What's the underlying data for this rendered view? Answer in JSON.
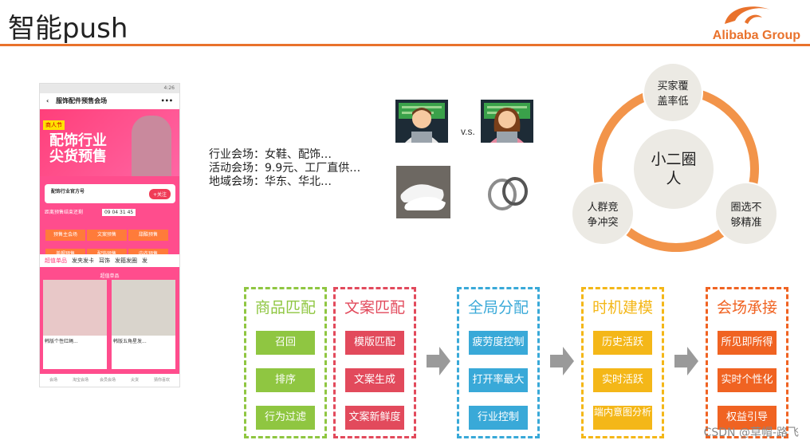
{
  "header": {
    "title": "智能push",
    "logo_text": "Alibaba Group"
  },
  "phone": {
    "nav_title": "服饰配件预售会场",
    "hero_tag": "商人节",
    "hero_big_line1": "配饰行业",
    "hero_big_line2": "尖货预售",
    "card_text": "配饰行业官方号",
    "follow": "+关注",
    "countdown_label": "距离预售结束还剩",
    "countdown": "09 04 31 45",
    "buttons": [
      "预售主会场",
      "文案预售",
      "甜酷预售",
      "盖帽预售",
      "配饰预售",
      "内衣预售"
    ],
    "tabs": [
      "超值单品",
      "发夹发卡",
      "耳饰",
      "发箍发圈",
      "发"
    ],
    "grid_label": "超值单品",
    "items": [
      {
        "title": "韩版个性红绳..."
      },
      {
        "title": "韩版五角星发..."
      }
    ],
    "bottom": [
      "会场",
      "淘宝会场",
      "会员会场",
      "尖货",
      "猜你喜欢"
    ]
  },
  "venues": {
    "line1": "行业会场：女鞋、配饰…",
    "line2": "活动会场：9.9元、工厂直供…",
    "line3": "地域会场：华东、华北…"
  },
  "vs_label": "v.s.",
  "circle": {
    "center": "小二圈人",
    "top": "买家覆盖率低",
    "left": "人群竞争冲突",
    "right": "圈选不够精准"
  },
  "pipeline": [
    {
      "title": "商品匹配",
      "color": "#8fc641",
      "items": [
        "召回",
        "排序",
        "行为过滤"
      ]
    },
    {
      "title": "文案匹配",
      "color": "#e24a5c",
      "items": [
        "模版匹配",
        "文案生成",
        "文案新鲜度"
      ]
    },
    {
      "title": "全局分配",
      "color": "#39a9d8",
      "items": [
        "疲劳度控制",
        "打开率最大",
        "行业控制"
      ]
    },
    {
      "title": "时机建模",
      "color": "#f4b718",
      "items": [
        "历史活跃",
        "实时活跃",
        "端内意图分析"
      ]
    },
    {
      "title": "会场承接",
      "color": "#f06322",
      "items": [
        "所见即所得",
        "实时个性化",
        "权益引导"
      ]
    }
  ],
  "watermark": "CSDN @草帽-路飞"
}
